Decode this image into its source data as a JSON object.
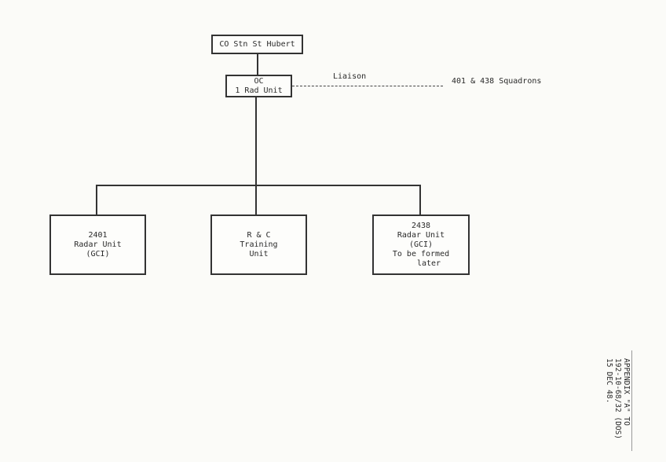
{
  "diagram": {
    "root": {
      "label": "CO Stn St Hubert"
    },
    "oc": {
      "line1": "OC",
      "line2": "1 Rad Unit"
    },
    "liaison": {
      "label": "Liaison",
      "target": "401 & 438 Squadrons"
    },
    "children": [
      {
        "lines": [
          "2401",
          "Radar Unit",
          "(GCI)"
        ]
      },
      {
        "lines": [
          "R & C",
          "Training",
          "Unit"
        ]
      },
      {
        "lines": [
          "2438",
          "Radar Unit",
          "(GCI)",
          "To be formed",
          "later"
        ]
      }
    ]
  },
  "stamp": {
    "lines": [
      "APPENDIX \"A\" TO",
      "192-10-68/32 (DOS)",
      "15 DEC 48."
    ]
  }
}
